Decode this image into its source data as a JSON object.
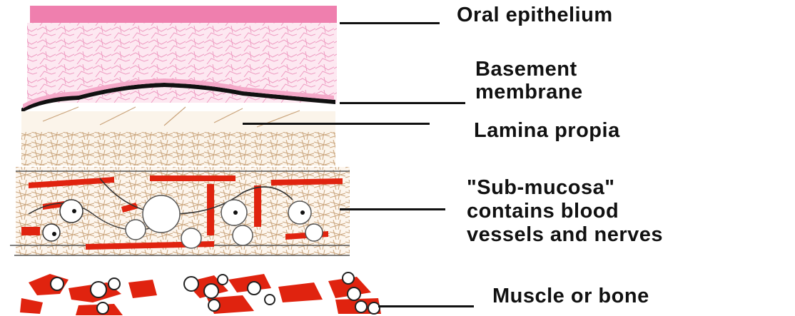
{
  "labels": {
    "oral_epithelium": "Oral epithelium",
    "basement_line1": "Basement",
    "basement_line2": "membrane",
    "lamina_propia": "Lamina propia",
    "submucosa_line1": "\"Sub-mucosa\"",
    "submucosa_line2": "contains blood",
    "submucosa_line3": "vessels and nerves",
    "muscle_bone": "Muscle or bone"
  },
  "colors": {
    "epithelium_top": "#ef7fae",
    "epithelium_body": "#fce6f0",
    "epithelium_lines": "#e58bb5",
    "basement": "#111111",
    "connective_fibers": "#c9a37a",
    "blood_vessel": "#e0230f",
    "outline": "#222222"
  }
}
